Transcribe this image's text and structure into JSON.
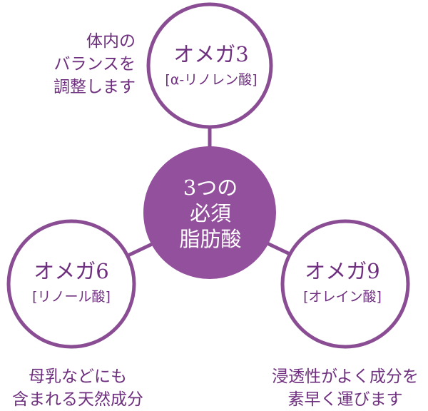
{
  "colors": {
    "purple": "#93509c",
    "outline": "#8a4d94",
    "text": "#6e2f7e",
    "white": "#ffffff"
  },
  "center": {
    "lines": [
      "3つの",
      "必須",
      "脂肪酸"
    ]
  },
  "nodes": {
    "top": {
      "name": "オメガ3",
      "sub": "[α-リノレン酸]"
    },
    "left": {
      "name": "オメガ6",
      "sub": "[リノール酸]"
    },
    "right": {
      "name": "オメガ9",
      "sub": "[オレイン酸]"
    }
  },
  "captions": {
    "top": [
      "体内の",
      "バランスを",
      "調整します"
    ],
    "left": [
      "母乳などにも",
      "含まれる天然成分"
    ],
    "right": [
      "浸透性がよく成分を",
      "素早く運びます"
    ]
  }
}
